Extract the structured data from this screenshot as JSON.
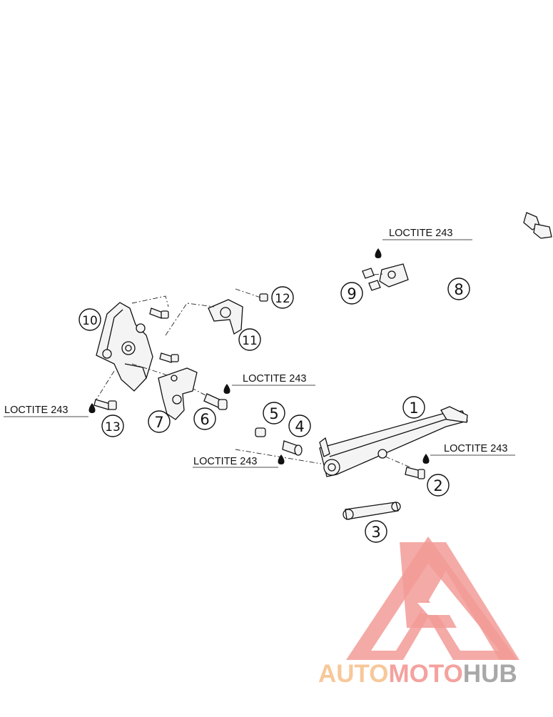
{
  "diagram": {
    "part_numbers": [
      "1",
      "2",
      "3",
      "4",
      "5",
      "6",
      "7",
      "8",
      "9",
      "10",
      "11",
      "12",
      "13"
    ],
    "annotations": [
      {
        "id": "loctite-9",
        "text": "LOCTITE 243"
      },
      {
        "id": "loctite-6",
        "text": "LOCTITE 243"
      },
      {
        "id": "loctite-13",
        "text": "LOCTITE 243"
      },
      {
        "id": "loctite-4",
        "text": "LOCTITE 243"
      },
      {
        "id": "loctite-2",
        "text": "LOCTITE 243"
      }
    ]
  },
  "watermark": {
    "part1": "AUTO",
    "part2": "MOTO",
    "part3": "HUB",
    "colors": {
      "auto": "#f7c89a",
      "moto": "#f4a29e",
      "hub": "#a8a8a8",
      "logo": "#f29b97"
    }
  }
}
